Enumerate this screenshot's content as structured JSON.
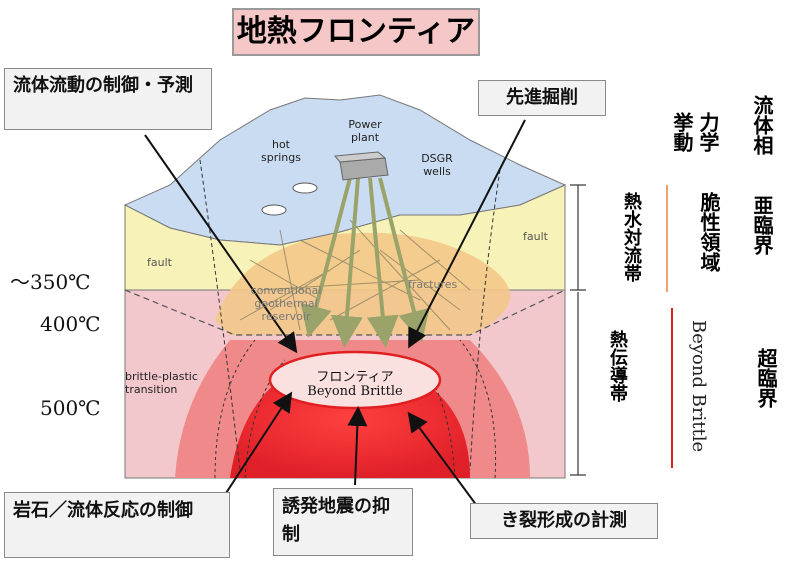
{
  "title": "地熱フロンティア",
  "callouts": {
    "flow": "流体流動の制御・予測",
    "drilling": "先進掘削",
    "rock": "岩石／流体反応の制御",
    "seismic": "誘発地震の抑制",
    "fracture": "き裂形成の計測"
  },
  "temperatures": [
    "～350℃",
    "400℃",
    "500℃"
  ],
  "right_columns": {
    "col1_header": "挙動",
    "col2_header": "力学",
    "col3_header": "流体相",
    "convection": "熱水対流帯",
    "conduction": "熱伝導帯",
    "brittle": "脆性領域",
    "beyond": "Beyond Brittle",
    "subcritical": "亜臨界",
    "supercritical": "超臨界"
  },
  "diagram_labels": {
    "power_plant": "Power plant",
    "hot_springs": "hot springs",
    "dsgr_wells": "DSGR wells",
    "fault_left": "fault",
    "fault_right": "fault",
    "conventional": "conventional geothermal reservoir",
    "fractures": "fractures",
    "brittle_plastic": "brittle-plastic transition",
    "frontier_jp": "フロンティア",
    "frontier_en": "Beyond Brittle"
  },
  "colors": {
    "sky": "#c9dcf2",
    "upper_zone": "#f7f3b8",
    "reservoir": "#f3c88a",
    "lower_zone": "#f2c8cc",
    "hot_zone": "#e8333b",
    "accent_red": "#e02020",
    "accent_orange": "#f0a070"
  }
}
